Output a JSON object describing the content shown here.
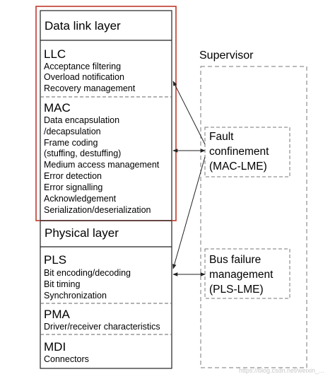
{
  "layers": {
    "data_link": {
      "title": "Data link layer",
      "llc": {
        "title": "LLC",
        "items": [
          "Acceptance filtering",
          "Overload notification",
          "Recovery management"
        ]
      },
      "mac": {
        "title": "MAC",
        "items": [
          "Data encapsulation",
          "/decapsulation",
          "Frame coding",
          "(stuffing, destuffing)",
          "Medium access management",
          "Error detection",
          "Error signalling",
          "Acknowledgement",
          "Serialization/deserialization"
        ]
      }
    },
    "physical": {
      "title": "Physical layer",
      "pls": {
        "title": "PLS",
        "items": [
          "Bit encoding/decoding",
          "Bit timing",
          "Synchronization"
        ]
      },
      "pma": {
        "title": "PMA",
        "items": [
          "Driver/receiver characteristics"
        ]
      },
      "mdi": {
        "title": "MDI",
        "items": [
          "Connectors"
        ]
      }
    }
  },
  "supervisor": {
    "title": "Supervisor",
    "fault_confinement": {
      "lines": [
        "Fault",
        "confinement",
        "(MAC-LME)"
      ]
    },
    "bus_failure": {
      "lines": [
        "Bus failure",
        "management",
        "(PLS-LME)"
      ]
    }
  },
  "watermark": "https://blog.csdn.net/weixin_...",
  "colors": {
    "highlight": "#c0392b",
    "line": "#222222",
    "dash": "#777777"
  }
}
